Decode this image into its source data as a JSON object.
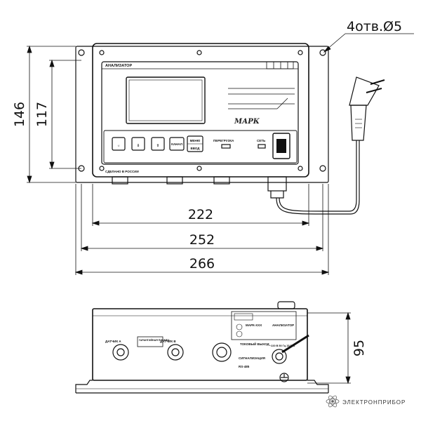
{
  "dimensions": {
    "width_inner": "222",
    "width_mid": "252",
    "width_outer": "266",
    "height_outer": "146",
    "height_inner": "117",
    "height_side": "95",
    "holes_note": "4отв.Ø5"
  },
  "front_panel": {
    "title": "АНАЛИЗАТОР",
    "brand": "МАРК",
    "made_in": "СДЕЛАНО В РОССИИ",
    "overload_label": "ПЕРЕГРУЗКА",
    "power_label": "СЕТЬ",
    "buttons": [
      "☼",
      "⇩",
      "⇧",
      "КАНАЛ"
    ],
    "menu_label": "МЕНЮ",
    "enter_label": "ВВОД"
  },
  "side_panel": {
    "sensor_a": "ДАТЧИК А",
    "warranty": "ГАРАНТИЙНАЯ ПЛОМБА",
    "sensor_b": "ДАТЧИК В",
    "current_output": "ТОКОВЫЙ ВЫХОД",
    "signaling": "СИГНАЛИЗАЦИЯ",
    "rs485": "RS-485",
    "power_rating": "~220 В 50 Гц 15 В·А",
    "plate_model": "МАРК-ХХХ",
    "plate_type": "АНАЛИЗАТОР"
  },
  "company": {
    "name": "ЭЛЕКТРОНПРИБОР"
  }
}
